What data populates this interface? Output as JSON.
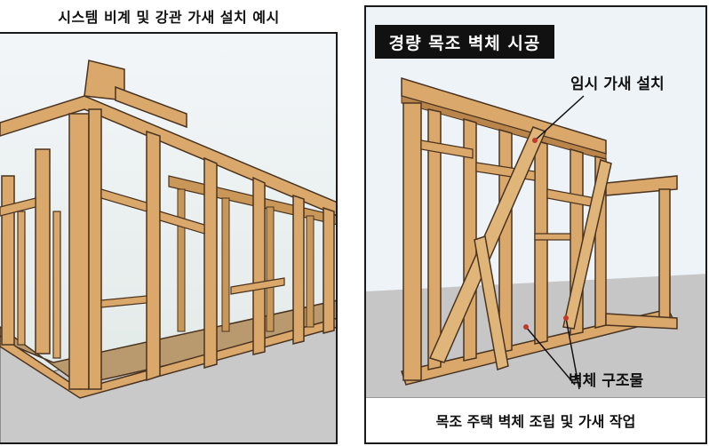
{
  "left_panel": {
    "caption": "시스템 비계 및 강관 가새 설치 예시"
  },
  "right_panel": {
    "title": "경량 목조 벽체 시공",
    "callout_top": "임시 가새 설치",
    "callout_bottom": "벽체 구조물",
    "caption": "목조 주택 벽체 조립 및 가새 작업"
  },
  "colors": {
    "wood": "#d9a86a",
    "wood_dark": "#a8763a",
    "outline": "#4a3320",
    "sky": "#eef3f7",
    "ground": "#bdbdbd"
  }
}
